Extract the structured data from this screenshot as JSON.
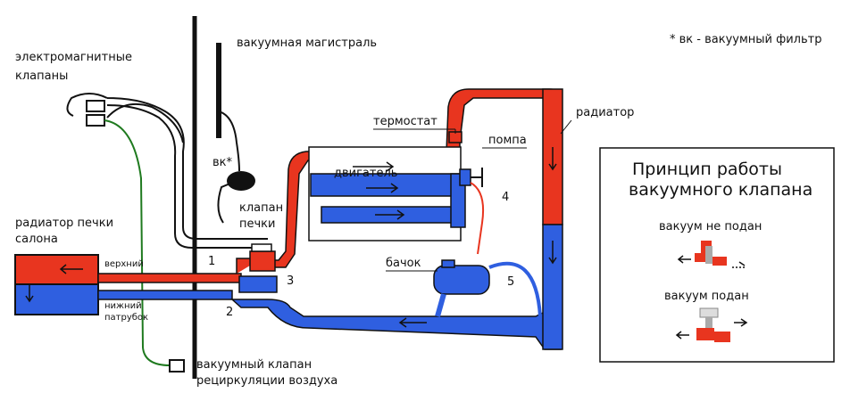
{
  "labels": {
    "solenoid_valves": [
      "электромагнитные",
      "клапаны"
    ],
    "vacuum_line": "вакуумная магистраль",
    "vacuum_filter_note": "* вк - вакуумный фильтр",
    "vk": "вк*",
    "thermostat": "термостат",
    "radiator": "радиатор",
    "pump": "помпа",
    "engine": "двигатель",
    "stove_valve": [
      "клапан",
      "печки"
    ],
    "heater_radiator": [
      "радиатор печки",
      "салона"
    ],
    "upper_pipe": "верхний",
    "lower_pipe": [
      "нижний",
      "патрубок"
    ],
    "tank": "бачок",
    "recirc_valve": [
      "вакуумный клапан",
      "рециркуляции воздуха"
    ]
  },
  "numbers": [
    "1",
    "2",
    "3",
    "4",
    "5"
  ],
  "legend": {
    "title": [
      "Принцип работы",
      "вакуумного клапана"
    ],
    "not_applied": "вакуум не подан",
    "applied": "вакуум подан"
  },
  "colors": {
    "hot": "#e8351f",
    "cold": "#2f5fe0",
    "vacuum_hose": "#1f7a1f",
    "line": "#111111"
  }
}
